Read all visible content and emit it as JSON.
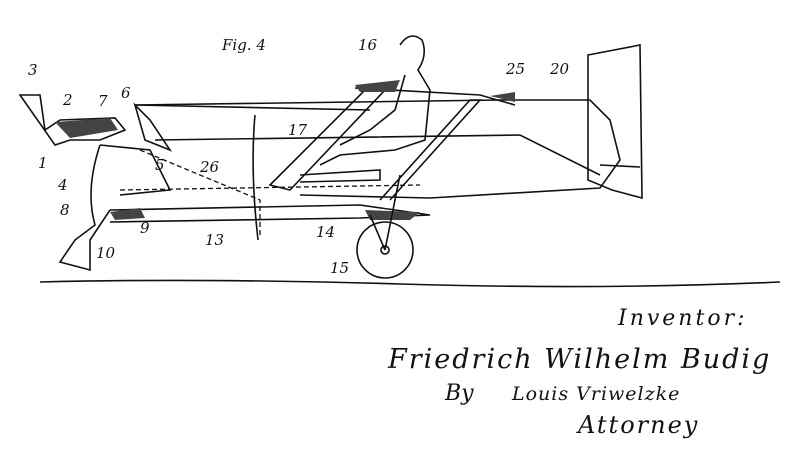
{
  "figure": {
    "title": "Fig. 4",
    "reference_numerals": [
      "1",
      "2",
      "3",
      "4",
      "5",
      "6",
      "7",
      "8",
      "9",
      "10",
      "13",
      "14",
      "15",
      "16",
      "17",
      "20",
      "25",
      "26"
    ]
  },
  "signature_block": {
    "inventor_label": "Inventor:",
    "inventor_name": "Friedrich Wilhelm Budig",
    "by_label": "By",
    "attorney_signature": "Louis Vriwelzke",
    "attorney_label": "Attorney"
  }
}
